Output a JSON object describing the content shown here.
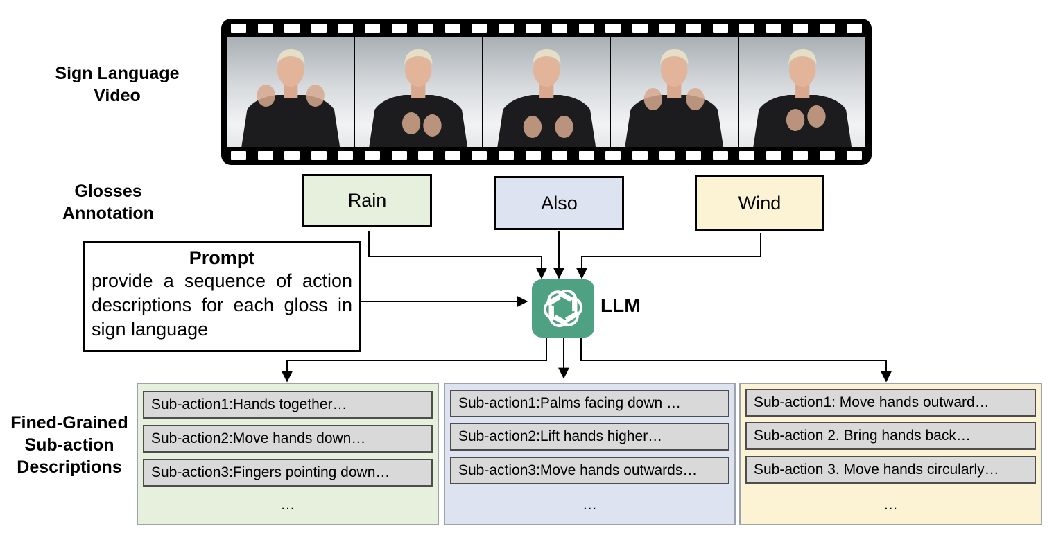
{
  "labels": {
    "video": "Sign Language Video",
    "glosses": "Glosses Annotation",
    "descriptions": "Fined-Grained Sub-action Descriptions"
  },
  "glosses": [
    {
      "text": "Rain",
      "color": "#e7f0dd"
    },
    {
      "text": "Also",
      "color": "#dde3f1"
    },
    {
      "text": "Wind",
      "color": "#fcf2d4"
    }
  ],
  "prompt": {
    "title": "Prompt",
    "body": "provide a sequence of action descriptions for each gloss in sign language"
  },
  "llm": {
    "label": "LLM",
    "icon": "openai-logo-icon",
    "color": "#4fa184"
  },
  "panels": [
    {
      "color": "#e7f0dd",
      "items": [
        "Sub-action1:Hands together…",
        "Sub-action2:Move hands down…",
        "Sub-action3:Fingers pointing down…"
      ],
      "more": "…"
    },
    {
      "color": "#dde3f1",
      "items": [
        "Sub-action1:Palms facing down …",
        "Sub-action2:Lift hands higher…",
        "Sub-action3:Move hands outwards…"
      ],
      "more": "…"
    },
    {
      "color": "#fcf2d4",
      "items": [
        "Sub-action1: Move hands outward…",
        "Sub-action 2. Bring hands back…",
        "Sub-action 3. Move hands circularly…"
      ],
      "more": "…"
    }
  ]
}
